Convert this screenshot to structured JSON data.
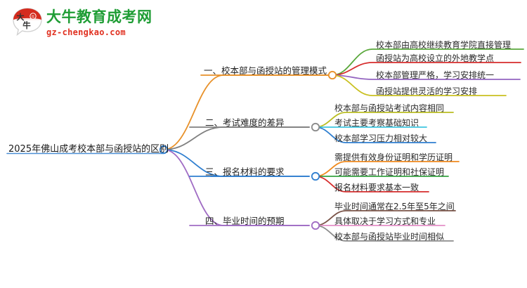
{
  "header": {
    "logo_icon": "speech-bubble-logo-icon",
    "brand_name": "大牛教育成考网",
    "brand_domain": "gz-chengkao.com",
    "brand_name_color": "#1f9d35",
    "brand_domain_color": "#e03020",
    "logo_top_color": "#d52b1e"
  },
  "mindmap": {
    "root": {
      "label": "2025年佛山成考校本部与函授站的区别",
      "underline_color": "#4b8fd4",
      "node_color": "#2f7fd0"
    },
    "branches": [
      {
        "label": "一、校本部与函授站的管理模式",
        "color": "#e8912a",
        "node_color": "#e8912a",
        "children": [
          {
            "label": "校本部由高校继续教育学院直接管理",
            "color": "#5aa83c"
          },
          {
            "label": "函授站为高校设立的外地教学点",
            "color": "#d62d2d"
          },
          {
            "label": "校本部管理严格，学习安排统一",
            "color": "#9364c0"
          },
          {
            "label": "函授站提供灵活的学习安排",
            "color": "#c9c020"
          }
        ]
      },
      {
        "label": "二、考试难度的差异",
        "color": "#808080",
        "node_color": "#8a8a8a",
        "children": [
          {
            "label": "校本部与函授站考试内容相同",
            "color": "#b9bd22"
          },
          {
            "label": "考试主要考察基础知识",
            "color": "#3ec6e0"
          },
          {
            "label": "校本部学习压力相对较大",
            "color": "#2f7fd0"
          }
        ]
      },
      {
        "label": "三、报名材料的要求",
        "color": "#2f7fd0",
        "node_color": "#2f7fd0",
        "children": [
          {
            "label": "需提供有效身份证明和学历证明",
            "color": "#f08a1e"
          },
          {
            "label": "可能需要工作证明和社保证明",
            "color": "#35a340"
          },
          {
            "label": "报名材料要求基本一致",
            "color": "#d62d2d"
          }
        ]
      },
      {
        "label": "四、毕业时间的预期",
        "color": "#a06cc4",
        "node_color": "#a06cc4",
        "children": [
          {
            "label": "毕业时间通常在2.5年至5年之间",
            "color": "#7a5448"
          },
          {
            "label": "具体取决于学习方式和专业",
            "color": "#e58fc8"
          },
          {
            "label": "校本部与函授站毕业时间相似",
            "color": "#8c8c8c"
          }
        ]
      }
    ]
  }
}
